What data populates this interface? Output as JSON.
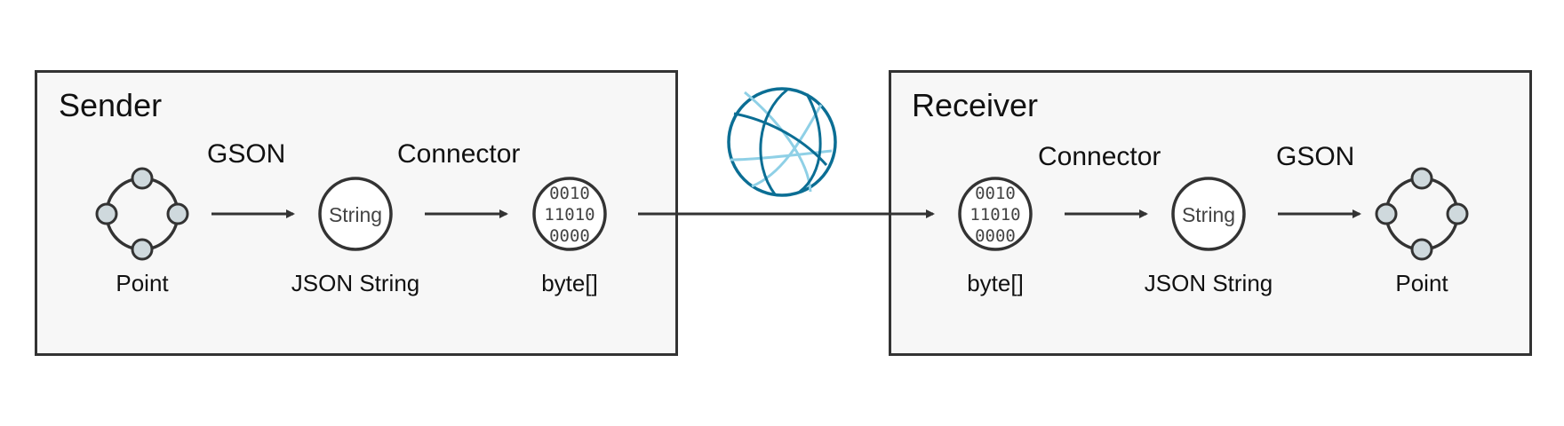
{
  "sender": {
    "title": "Sender",
    "steps": [
      "GSON",
      "Connector"
    ],
    "nodes": [
      {
        "icon": "point-icon",
        "caption": "Point"
      },
      {
        "icon": "string-icon",
        "glyph": "String",
        "caption": "JSON String"
      },
      {
        "icon": "binary-icon",
        "glyph_lines": [
          "0010",
          "11010",
          "0000"
        ],
        "caption": "byte[]"
      }
    ]
  },
  "receiver": {
    "title": "Receiver",
    "steps": [
      "Connector",
      "GSON"
    ],
    "nodes": [
      {
        "icon": "binary-icon",
        "glyph_lines": [
          "0010",
          "11010",
          "0000"
        ],
        "caption": "byte[]"
      },
      {
        "icon": "string-icon",
        "glyph": "String",
        "caption": "JSON String"
      },
      {
        "icon": "point-icon",
        "caption": "Point"
      }
    ]
  },
  "network": {
    "icon": "globe-icon"
  },
  "colors": {
    "box_border": "#333333",
    "box_fill": "#f7f7f7",
    "node_fill": "#ffffff",
    "point_handle": "#cfd9dd",
    "globe_dark": "#0b6e94",
    "globe_light": "#8fd0e6"
  }
}
